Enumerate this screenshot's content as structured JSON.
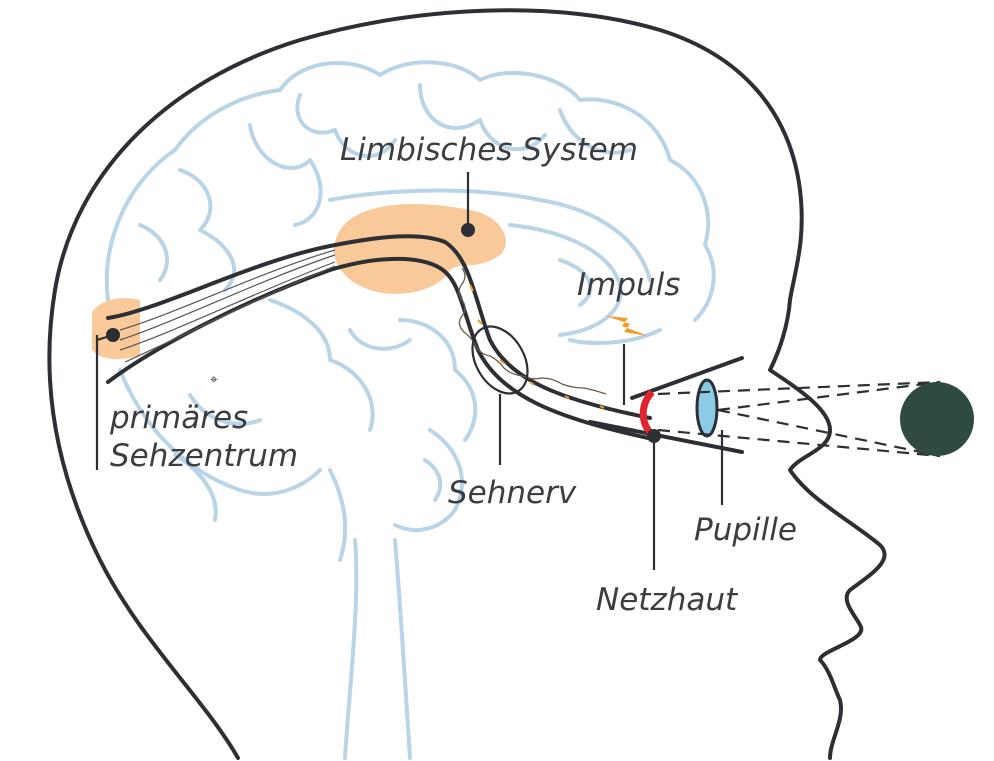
{
  "labels": {
    "limbic": "Limbisches System",
    "impulse": "Impuls",
    "visual_cortex_line1": "primäres",
    "visual_cortex_line2": "Sehzentrum",
    "optic_nerve": "Sehnerv",
    "pupil": "Pupille",
    "retina": "Netzhaut"
  },
  "colors": {
    "outline": "#2c2f33",
    "brain_lines": "#b8d4e6",
    "highlight": "#f9c99a",
    "retina": "#e0242e",
    "lens": "#8ccbe6",
    "object": "#2e4a42",
    "impulse": "#f29a2e"
  }
}
